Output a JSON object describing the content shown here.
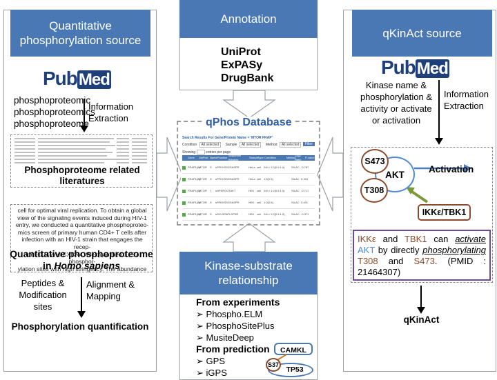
{
  "quant": {
    "header": "Quantitative phosphorylation source",
    "pubmed_pub": "Pub",
    "pubmed_med": "Med",
    "keywords": [
      "phosphoproteomic",
      "phosphoproteomics",
      "phosphoproteome"
    ],
    "info_extraction": "Information Extraction",
    "literature_label": "Phosphoproteome related literatures",
    "abstract_lines": [
      "cell for optimal viral replication. To obtain a global",
      "view of the signaling events induced during HIV-1",
      "entry, we conducted a quantitative phosphoproteo-",
      "mics screen of primary human CD4+ T cells after",
      "infection with an HIV-1 strain that engages the recep-",
      "tors CD4 and CXCR4. We quantified 1,757 phosphor-",
      "ylation sites with high stringency. The abundance"
    ],
    "quant_label_1": "Quantitative phosphoproteome",
    "quant_label_2a": "in ",
    "quant_label_2b": "Homo sapiens",
    "peptides": "Peptides & Modification sites",
    "alignment": "Alignment & Mapping",
    "result": "Phosphorylation quantification"
  },
  "annotation": {
    "header": "Annotation",
    "sources": [
      "UniProt",
      "ExPASy",
      "DrugBank"
    ]
  },
  "db": {
    "label": "qPhos Database",
    "search_title": "Search Results For Gene/Protein Name = 'MTOR FRAP'",
    "filter_labels": [
      "Condition",
      "Sample",
      "Method"
    ],
    "filter_value": "All selected",
    "show_text": "Showing",
    "rows_per_page": "entries per page",
    "go": "Filter",
    "columns": [
      "Gene",
      "UniProt",
      "Name",
      "Position",
      "Sequence Window",
      "Sample",
      "Type",
      "Condition",
      "Method",
      "Log2 Ratio",
      "P-value"
    ],
    "rows": [
      [
        "FRAP1(8)",
        "MTOR",
        "S",
        "sPFKVSSGSASPR",
        "HeLa",
        "cell",
        "24h / 1:2(0.5:1.0)",
        "SILAC",
        "-0.787"
      ],
      [
        "FRAP1(8)",
        "MTOR",
        "S",
        "sPFKVSSGSASPR",
        "HeLa",
        "cell",
        "1:2(0.5)",
        "SILAC",
        "0.154"
      ],
      [
        "FRAP1(8)",
        "MTOR",
        "T",
        "sNPSRGGTAKT",
        "HEK",
        "cell",
        "24h / 1:2(0.5:1.0)",
        "SILAC",
        "-0.717"
      ],
      [
        "FRAP1(8)",
        "MTOR",
        "S",
        "sPFKVSSGSASPR",
        "HEK",
        "cell",
        "1:2(0.5)",
        "SILAC",
        "0.431"
      ],
      [
        "FRAP1(8)",
        "MTOR",
        "S",
        "sRVLSPAPLSPSR",
        "HEK",
        "cell",
        "24h / 1:2(0.5:1.0)",
        "SILAC",
        "-0.371"
      ]
    ]
  },
  "kinase": {
    "header": "Kinase-substrate relationship",
    "experiments_label": "From experiments",
    "experiments": [
      "Phospho.ELM",
      "PhosphoSitePlus",
      "MusiteDeep"
    ],
    "prediction_label": "From prediction",
    "prediction": [
      "GPS",
      "iGPS"
    ],
    "camkl": "CAMKL",
    "s37": "S37",
    "tp53": "TP53",
    "bullet": "➢"
  },
  "qkin": {
    "header": "qKinAct source",
    "pubmed_pub": "Pub",
    "pubmed_med": "Med",
    "criteria": "Kinase name & phosphorylation & activity or activate or activation",
    "info_extraction": "Information Extraction",
    "s473": "S473",
    "t308": "T308",
    "akt": "AKT",
    "activation": "Activation",
    "ikk": "IKKε/TBK1",
    "sentence": {
      "ikk": "IKKε",
      "and1": " and ",
      "tbk1": "TBK1",
      "can": " can ",
      "activate": "activate",
      "akt": "AKT",
      "by": " by directly ",
      "phos": "phosphorylating",
      "t308": "T308",
      "and2": " and ",
      "s473": "S473",
      "pmid": ". (PMID : 21464307)"
    },
    "result": "qKinAct"
  },
  "colors": {
    "header_bg": "#4a78b5",
    "db_label": "#2e5fa6",
    "akt_blue": "#4f8bd8",
    "brown": "#8b4a2b",
    "green": "#7a9a3a",
    "purple": "#6b4a9a"
  }
}
